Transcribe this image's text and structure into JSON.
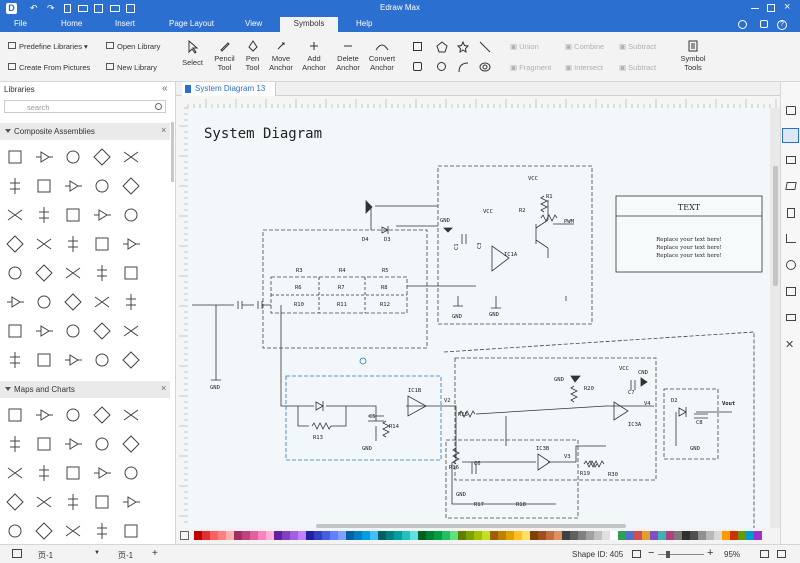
{
  "app": {
    "title": "Edraw Max"
  },
  "menu": {
    "file": "File",
    "home": "Home",
    "insert": "Insert",
    "page_layout": "Page Layout",
    "view": "View",
    "symbols": "Symbols",
    "help": "Help"
  },
  "ribbon": {
    "predefine": "Predefine Libraries",
    "open_library": "Open Library",
    "create_from_pictures": "Create From Pictures",
    "new_library": "New Library",
    "select": "Select",
    "pencil1": "Pencil",
    "pencil2": "Tool",
    "pen1": "Pen",
    "pen2": "Tool",
    "move1": "Move",
    "move2": "Anchor",
    "add1": "Add",
    "add2": "Anchor",
    "delete1": "Delete",
    "delete2": "Anchor",
    "convert1": "Convert",
    "convert2": "Anchor",
    "union": "Union",
    "combine": "Combine",
    "subtract": "Subtract",
    "fragment": "Fragment",
    "intersect": "Intersect",
    "subtract2": "Subtract",
    "symbol1": "Symbol",
    "symbol2": "Tools"
  },
  "library": {
    "title": "Libraries",
    "search_placeholder": "search",
    "section1": "Composite Assemblies",
    "section2": "Maps and Charts"
  },
  "tab": {
    "label": "System Diagram 13"
  },
  "diagram": {
    "title": "System Diagram",
    "text_box": {
      "title": "TEXT",
      "lines": [
        "Replace your text here!",
        "Replace your text here!",
        "Replace your text here!"
      ]
    },
    "labels": {
      "vcc1": "VCC",
      "vcc2": "VCC",
      "vcc3": "VCC",
      "r1": "R1",
      "r2": "R2",
      "pwm": "PWM",
      "gnd_a": "GND",
      "c1": "C1",
      "c3": "C3",
      "ic1a": "IC1A",
      "gnd_b": "GND",
      "gnd_c": "GND",
      "d4": "D4",
      "d3": "D3",
      "r3": "R3",
      "r4": "R4",
      "r5": "R5",
      "r6": "R6",
      "r7": "R7",
      "r8": "R8",
      "r10": "R10",
      "r11": "R11",
      "r12": "R12",
      "gnd_d": "GND",
      "ic1b": "IC1B",
      "c5": "C5",
      "r13": "R13",
      "r14": "R14",
      "gnd_e": "GND",
      "v2": "V2",
      "r15": "R15",
      "gnd_f": "GND",
      "r20": "R20",
      "cnd": "CND",
      "c7": "C7",
      "ic3a": "IC3A",
      "v4": "V4",
      "d2": "D2",
      "vout": "Vout",
      "c8": "C8",
      "gnd_g": "GND",
      "ic3b": "IC3B",
      "v3": "V3",
      "r16": "R16",
      "c6": "C6",
      "r19": "R19",
      "r30": "R30",
      "gnd_h": "GND",
      "r17": "R17",
      "r18": "R18"
    }
  },
  "status": {
    "page1": "页-1",
    "page2": "页-1",
    "shape_id": "Shape ID: 405",
    "zoom": "95%"
  },
  "colors": {
    "accent": "#2b6fd1"
  }
}
